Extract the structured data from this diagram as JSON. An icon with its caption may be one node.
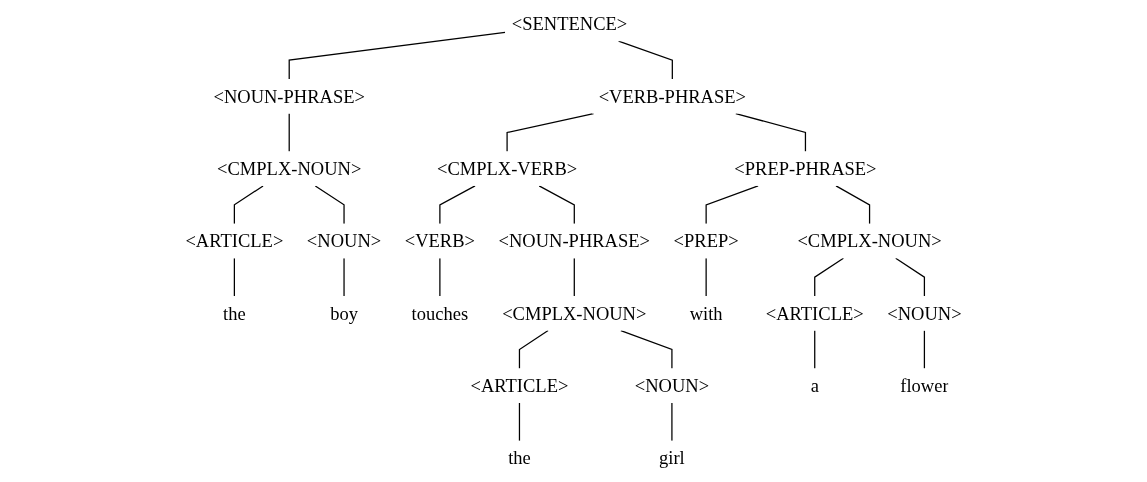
{
  "diagram": {
    "nodes": [
      {
        "text": [
          "<SENTENCE>"
        ]
      },
      {
        "text": [
          "<NOUN-PHRASE>"
        ]
      },
      {
        "text": [
          "<VERB-PHRASE>"
        ]
      },
      {
        "text": [
          "<CMPLX-NOUN>"
        ]
      },
      {
        "text": [
          "<CMPLX-VERB>"
        ]
      },
      {
        "text": [
          "<PREP-PHRASE>"
        ]
      },
      {
        "text": [
          "<NOUN-PHRASE>"
        ]
      },
      {
        "text": [
          "<CMPLX-NOUN>"
        ]
      },
      {
        "text": [
          "<CMPLX-NOUN>"
        ]
      },
      {
        "text": [
          "<ARTICLE>"
        ]
      },
      {
        "text": [
          "<NOUN>"
        ]
      },
      {
        "text": [
          "<VERB>"
        ]
      },
      {
        "text": [
          "<ARTICLE>"
        ]
      },
      {
        "text": [
          "<NOUN>"
        ]
      },
      {
        "text": [
          "<PREP>"
        ]
      },
      {
        "text": [
          "<ARTICLE>"
        ]
      },
      {
        "text": [
          "<NOUN>"
        ]
      },
      {
        "text": [
          "the"
        ]
      },
      {
        "text": [
          "boy"
        ]
      },
      {
        "text": [
          "touches"
        ]
      },
      {
        "text": [
          "the"
        ]
      },
      {
        "text": [
          "girl"
        ]
      },
      {
        "text": [
          "with"
        ]
      },
      {
        "text": [
          "a"
        ]
      },
      {
        "text": [
          "flower"
        ]
      }
    ],
    "edges": [
      {
        "from": 0,
        "to": 1,
        "arrow": "none"
      },
      {
        "from": 0,
        "to": 2,
        "arrow": "none"
      },
      {
        "from": 1,
        "to": 3,
        "arrow": "none"
      },
      {
        "from": 2,
        "to": 4,
        "arrow": "none"
      },
      {
        "from": 2,
        "to": 5,
        "arrow": "none"
      },
      {
        "from": 3,
        "to": 9,
        "arrow": "none"
      },
      {
        "from": 3,
        "to": 10,
        "arrow": "none"
      },
      {
        "from": 4,
        "to": 11,
        "arrow": "none"
      },
      {
        "from": 4,
        "to": 6,
        "arrow": "none"
      },
      {
        "from": 6,
        "to": 8,
        "arrow": "none"
      },
      {
        "from": 8,
        "to": 12,
        "arrow": "none"
      },
      {
        "from": 8,
        "to": 13,
        "arrow": "none"
      },
      {
        "from": 5,
        "to": 14,
        "arrow": "none"
      },
      {
        "from": 5,
        "to": 7,
        "arrow": "none"
      },
      {
        "from": 7,
        "to": 15,
        "arrow": "none"
      },
      {
        "from": 7,
        "to": 16,
        "arrow": "none"
      },
      {
        "from": 9,
        "to": 17,
        "arrow": "none"
      },
      {
        "from": 10,
        "to": 18,
        "arrow": "none"
      },
      {
        "from": 11,
        "to": 19,
        "arrow": "none"
      },
      {
        "from": 12,
        "to": 20,
        "arrow": "none"
      },
      {
        "from": 13,
        "to": 21,
        "arrow": "none"
      },
      {
        "from": 14,
        "to": 22,
        "arrow": "none"
      },
      {
        "from": 15,
        "to": 23,
        "arrow": "none"
      },
      {
        "from": 16,
        "to": 24,
        "arrow": "none"
      }
    ]
  }
}
